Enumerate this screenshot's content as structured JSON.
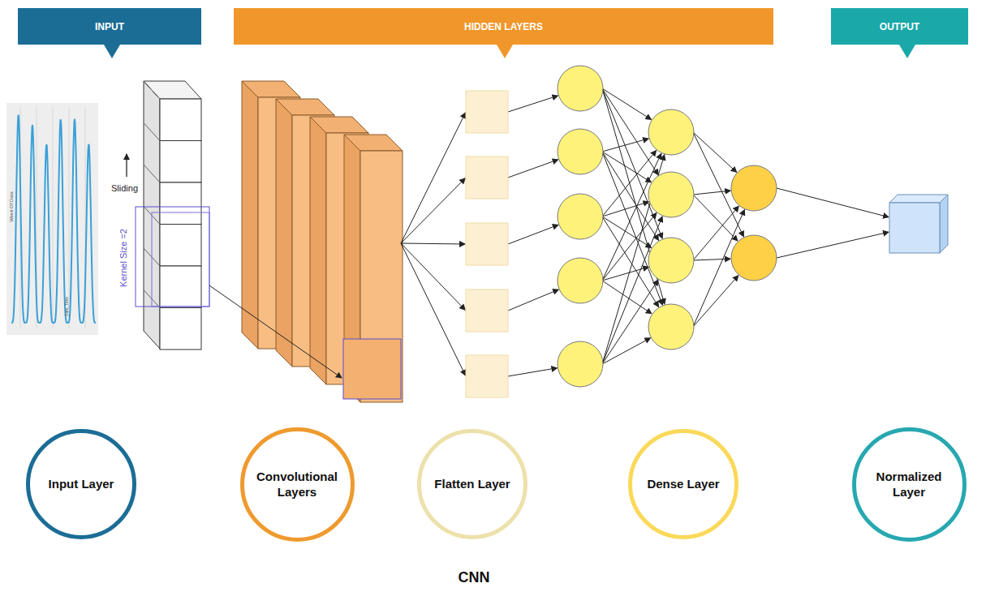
{
  "diagram": {
    "caption": "CNN",
    "nodes": [
      {
        "text": [
          "INPUT"
        ]
      },
      {
        "text": [
          "HIDDEN LAYERS"
        ]
      },
      {
        "text": [
          "OUTPUT"
        ]
      },
      {
        "text": [
          "Input Layer"
        ]
      },
      {
        "text": [
          "Convolutional Layers"
        ]
      },
      {
        "text": [
          "Flatten Layer"
        ]
      },
      {
        "text": [
          "Dense Layer"
        ]
      },
      {
        "text": [
          "Normalized Layer"
        ]
      }
    ],
    "labels": [
      "Sliding",
      "Kernel Size =2",
      "Week Of Data",
      "Date_Time"
    ]
  }
}
